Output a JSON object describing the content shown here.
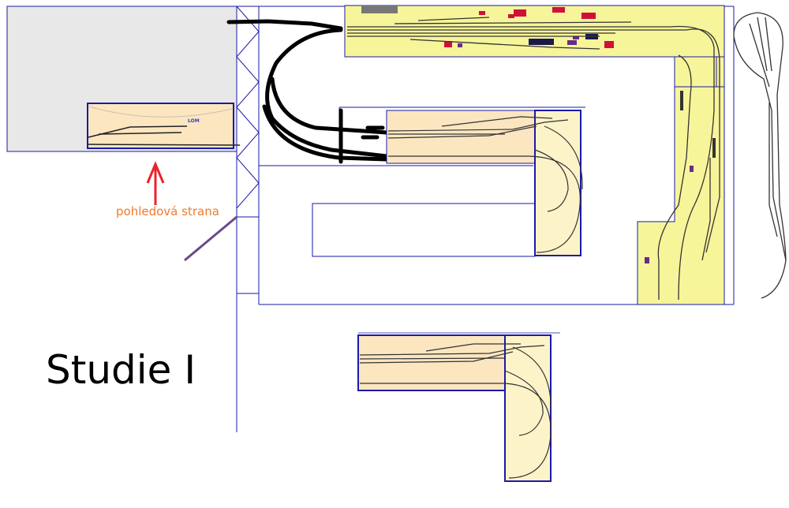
{
  "title": "Studie I",
  "view_side_label": "pohledová strana",
  "quarry_label": "LOM",
  "colors": {
    "board_yellow": "#f7f59a",
    "board_beige": "#fbe6c0",
    "board_light": "#fdf3c8",
    "wall_gray": "#e8e8e8",
    "outline_blue": "#1a1aa8",
    "arrow_red": "#e8242c",
    "label_orange": "#f07b2a",
    "building_red": "#d0103a",
    "building_purple": "#6a2a8a"
  }
}
